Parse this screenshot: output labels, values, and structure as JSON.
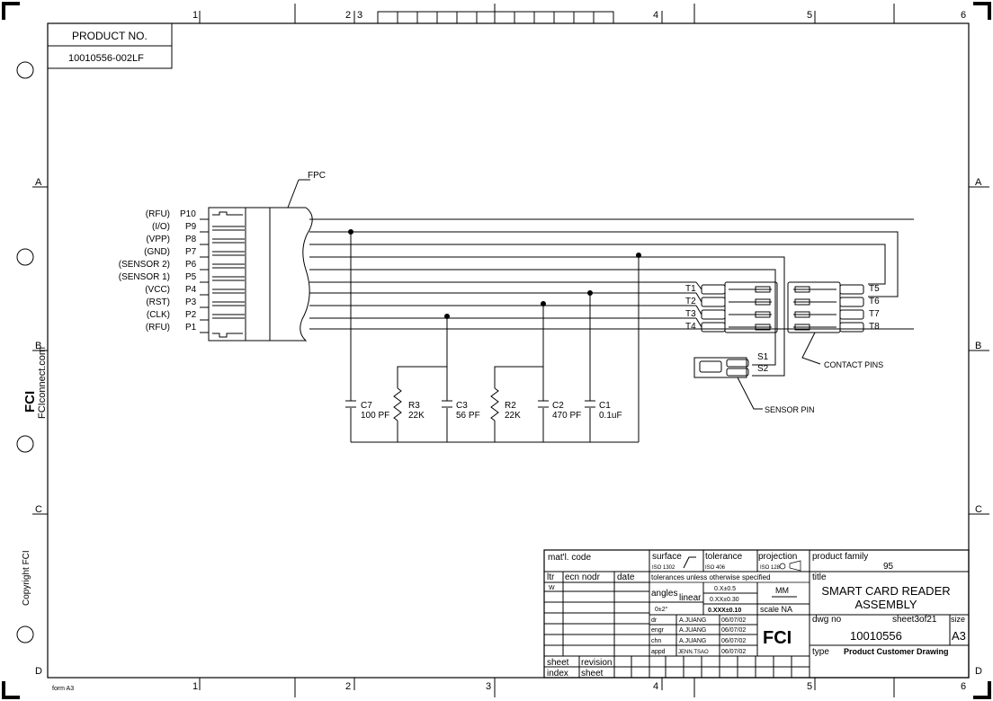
{
  "product_box": {
    "heading": "PRODUCT NO.",
    "number": "10010556-002LF"
  },
  "side": {
    "website": "FCIconnect.com",
    "copyright": "Copyright FCI",
    "form": "form A3"
  },
  "zones": {
    "top": [
      "1",
      "2",
      "3",
      "4",
      "5",
      "6"
    ],
    "bottom": [
      "1",
      "2",
      "3",
      "4",
      "5",
      "6"
    ],
    "rows": [
      "A",
      "B",
      "C",
      "D"
    ]
  },
  "schematic": {
    "fpc_label": "FPC",
    "pins": [
      {
        "signal": "(RFU)",
        "pin": "P10"
      },
      {
        "signal": "(I/O)",
        "pin": "P9"
      },
      {
        "signal": "(VPP)",
        "pin": "P8"
      },
      {
        "signal": "(GND)",
        "pin": "P7"
      },
      {
        "signal": "(SENSOR 2)",
        "pin": "P6"
      },
      {
        "signal": "(SENSOR 1)",
        "pin": "P5"
      },
      {
        "signal": "(VCC)",
        "pin": "P4"
      },
      {
        "signal": "(RST)",
        "pin": "P3"
      },
      {
        "signal": "(CLK)",
        "pin": "P2"
      },
      {
        "signal": "(RFU)",
        "pin": "P1"
      }
    ],
    "components": [
      {
        "ref": "C7",
        "value": "100 PF"
      },
      {
        "ref": "R3",
        "value": "22K"
      },
      {
        "ref": "C3",
        "value": "56 PF"
      },
      {
        "ref": "R2",
        "value": "22K"
      },
      {
        "ref": "C2",
        "value": "470 PF"
      },
      {
        "ref": "C1",
        "value": "0.1uF"
      }
    ],
    "contacts_left": [
      "T1",
      "T2",
      "T3",
      "T4"
    ],
    "contacts_right": [
      "T5",
      "T6",
      "T7",
      "T8"
    ],
    "switches": [
      "S1",
      "S2"
    ],
    "callouts": {
      "contact_pins": "CONTACT PINS",
      "sensor_pin": "SENSOR PIN"
    }
  },
  "title_block": {
    "matl_code": "mat'l. code",
    "surface": "surface",
    "surface_std": "ISO 1302",
    "tolerance": "tolerance",
    "tolerance_std": "ISO 406",
    "projection": "projection",
    "projection_std": "ISO 128",
    "product_family_label": "product family",
    "product_family": "95",
    "col_ltr": "ltr",
    "col_ecn": "ecn nodr",
    "col_date": "date",
    "tolerances_note": "tolerances unless otherwise specified",
    "title_label": "title",
    "rev_letter": "W",
    "angles_label": "angles",
    "angle_tol": "0±2°",
    "linear_label": "linear",
    "lin_x": "0.X±0.5",
    "lin_xx": "0.XX±0.30",
    "lin_xxx": "0.XXX±0.10",
    "unit": "MM",
    "scale": "scale NA",
    "title_line1": "SMART CARD READER",
    "title_line2": "ASSEMBLY",
    "signoffs": [
      {
        "role": "dr",
        "name": "A.JUANG",
        "date": "06/07/02"
      },
      {
        "role": "engr",
        "name": "A.JUANG",
        "date": "06/07/02"
      },
      {
        "role": "chn",
        "name": "A.JUANG",
        "date": "06/07/02"
      },
      {
        "role": "appd",
        "name": "JENN.TSAO",
        "date": "06/07/02"
      }
    ],
    "logo": "FCI",
    "dwg_no_label": "dwg no",
    "sheet_label": "sheet3of21",
    "size_label": "size",
    "dwg_no": "10010556",
    "size": "A3",
    "type_label": "type",
    "type_value": "Product Customer Drawing",
    "sheet_word": "sheet",
    "revision_word": "revision",
    "index_word": "index",
    "sheet_word2": "sheet"
  }
}
